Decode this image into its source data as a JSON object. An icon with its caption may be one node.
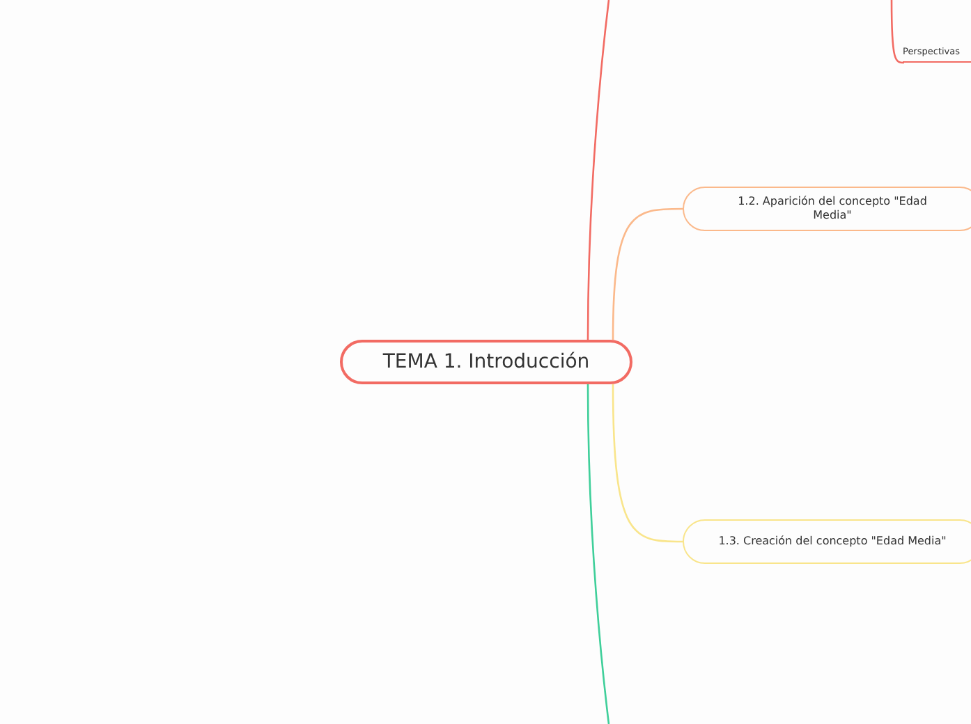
{
  "diagram": {
    "nodes": [
      {
        "text": [
          "TEMA 1. Introducción"
        ]
      },
      {
        "text": [
          "1.2. Aparición del concepto \"Edad Media\""
        ]
      },
      {
        "text": [
          "1.3. Creación del concepto \"Edad Media\""
        ]
      },
      {
        "text": [
          "Perspectivas"
        ]
      }
    ],
    "edges": [
      {
        "from": 0,
        "to": null,
        "arrow": "none",
        "color": "#f26b63"
      },
      {
        "from": 0,
        "to": 1,
        "arrow": "none",
        "color": "#fbb98b"
      },
      {
        "from": 0,
        "to": 2,
        "arrow": "none",
        "color": "#f9e58b"
      },
      {
        "from": 0,
        "to": null,
        "arrow": "none",
        "color": "#3fcf9a"
      },
      {
        "from": null,
        "to": 3,
        "arrow": "none",
        "color": "#f26b63"
      }
    ]
  }
}
